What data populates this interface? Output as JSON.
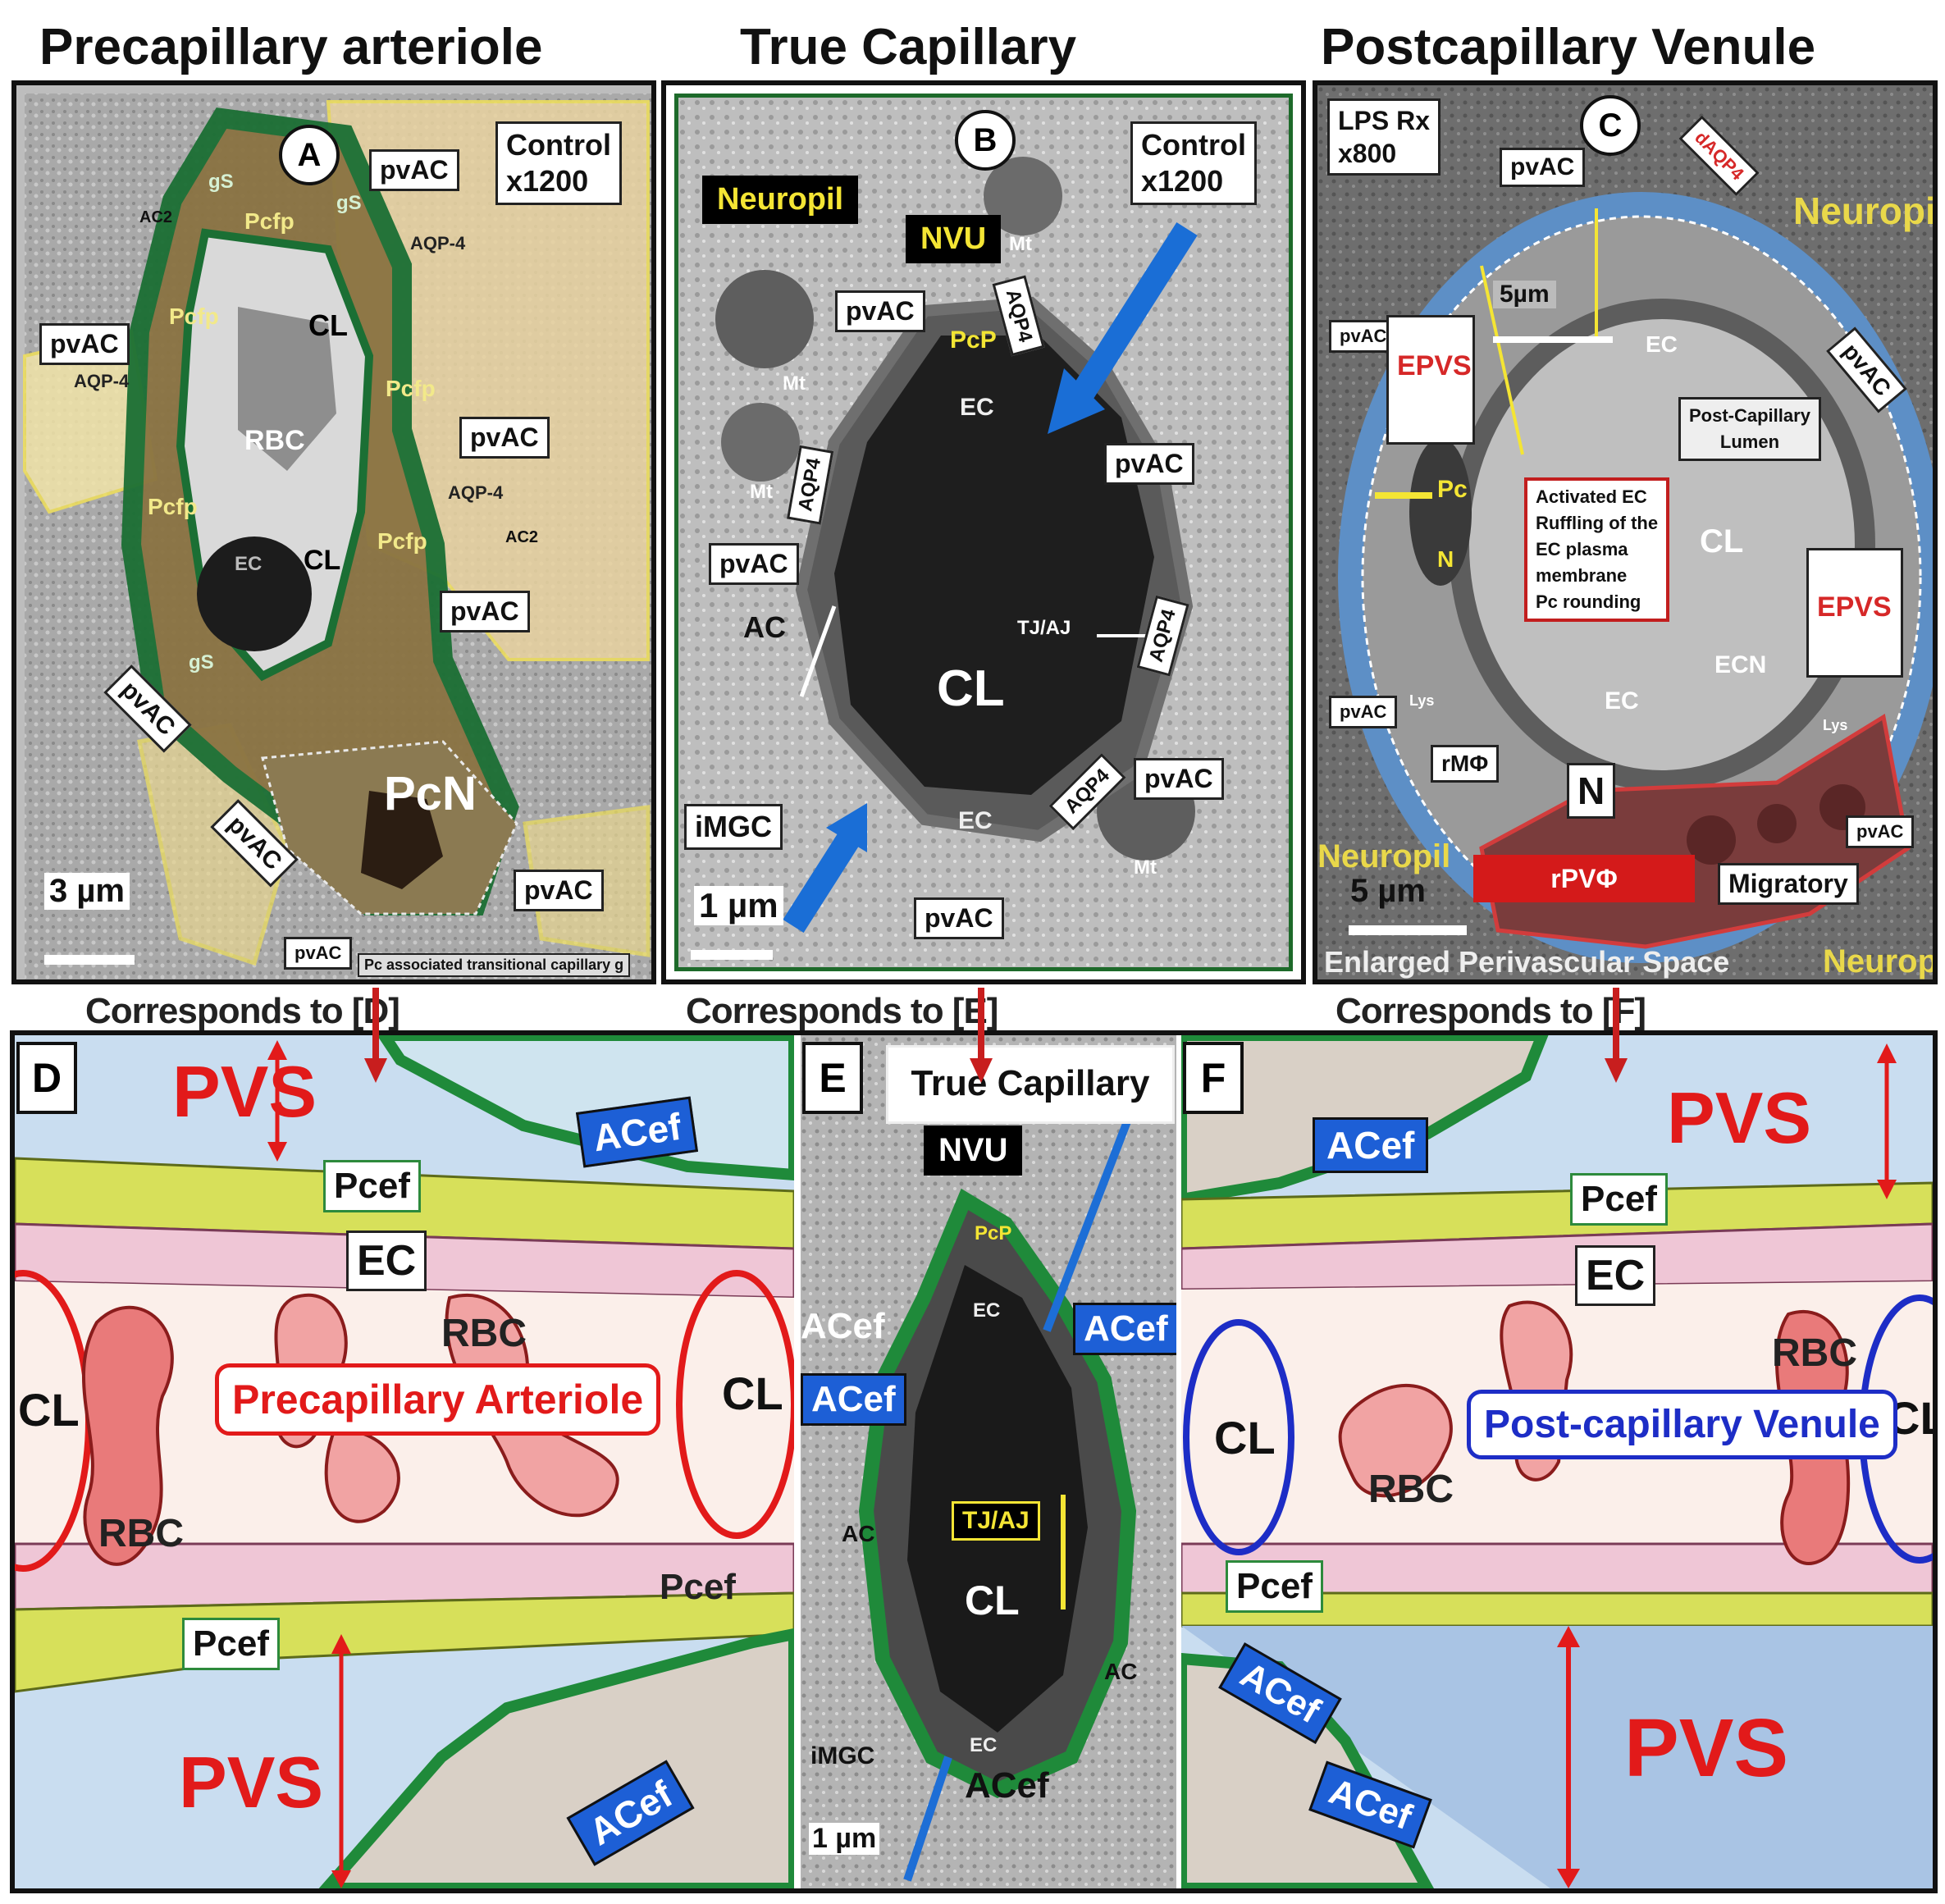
{
  "titles": {
    "a": "Precapillary arteriole",
    "b": "True Capillary",
    "c": "Postcapillary Venule"
  },
  "panel_a": {
    "letter": "A",
    "info_box": [
      "Control",
      "x1200"
    ],
    "labels": [
      "pvAC",
      "pvAC",
      "pvAC",
      "pvAC",
      "pvAC",
      "pvAC",
      "pvAC",
      "pvAC"
    ],
    "structures": [
      "CL",
      "RBC",
      "CL",
      "PcN",
      "Pcfp",
      "Pcfp",
      "Pcfp",
      "Pcfp",
      "Pcfp",
      "EC",
      "AQP-4",
      "AQP-4",
      "AQP-4",
      "gS",
      "gS",
      "gS",
      "AC2",
      "AC2"
    ],
    "scale": "3 µm",
    "footer": "Pc associated transitional capillary g"
  },
  "panel_b": {
    "letter": "B",
    "info_box": [
      "Control",
      "x1200"
    ],
    "neuropil": "Neuropil",
    "nvu": "NVU",
    "labels": [
      "pvAC",
      "pvAC",
      "pvAC",
      "pvAC",
      "pvAC"
    ],
    "aqp": [
      "AQP4",
      "AQP4",
      "AQP4",
      "AQP4"
    ],
    "structures": [
      "CL",
      "EC",
      "EC",
      "PcP",
      "Mt",
      "Mt",
      "Mt",
      "Mt",
      "AC",
      "TJ/AJ"
    ],
    "imgc": "iMGC",
    "scale": "1 µm"
  },
  "panel_c": {
    "letter": "C",
    "info_box": [
      "LPS Rx",
      "x800"
    ],
    "labels": [
      "pvAC",
      "pvAC",
      "pvAC",
      "pvAC",
      "pvAC"
    ],
    "daqp": "dAQP4",
    "epvs": [
      "EPVS",
      "EPVS"
    ],
    "neuropil": [
      "Neuropil",
      "Neuropil",
      "Neuropil"
    ],
    "scale_top": "5µm",
    "scale_bottom": "5 µm",
    "post_lumen": [
      "Post-Capillary",
      "Lumen"
    ],
    "activated": [
      "Activated EC",
      "Ruffling of the",
      "EC plasma",
      "membrane",
      "Pc rounding"
    ],
    "structures": [
      "CL",
      "EC",
      "EC",
      "ECN",
      "Pc",
      "N",
      "N",
      "rMΦ",
      "Lys",
      "Lys"
    ],
    "rpv": "rPVΦ",
    "migratory": "Migratory",
    "bottom_text": "Enlarged Perivascular Space"
  },
  "corresponds": [
    "Corresponds to [D]",
    "Corresponds to [E]",
    "Corresponds to [F]"
  ],
  "panel_d": {
    "letter": "D",
    "pvs": [
      "PVS",
      "PVS"
    ],
    "pcef": [
      "Pcef",
      "Pcef",
      "Pcef"
    ],
    "ec": "EC",
    "cl": [
      "CL",
      "CL"
    ],
    "rbc": [
      "RBC",
      "RBC"
    ],
    "title": "Precapillary Arteriole",
    "acef": [
      "ACef",
      "ACef"
    ]
  },
  "panel_e": {
    "letter": "E",
    "title": "True Capillary",
    "nvu": "NVU",
    "acef": [
      "ACef",
      "ACef",
      "ACef"
    ],
    "structures": [
      "CL",
      "EC",
      "EC",
      "PcP",
      "AC",
      "AC",
      "ACef",
      "iMGC"
    ],
    "tj": "TJ/AJ",
    "scale": "1 µm"
  },
  "panel_f": {
    "letter": "F",
    "pvs": [
      "PVS",
      "PVS"
    ],
    "pcef": [
      "Pcef",
      "Pcef"
    ],
    "ec": "EC",
    "cl": [
      "CL",
      "CL"
    ],
    "rbc": [
      "RBC",
      "RBC"
    ],
    "title": "Post-capillary Venule",
    "acef": [
      "ACef",
      "ACef",
      "ACef"
    ]
  },
  "colors": {
    "green": "#1f8a3a",
    "red": "#e21a1a",
    "blue": "#1d5fd6",
    "pvs_blue": "#c8dcf0",
    "yellow_green": "#d7e05a",
    "pink": "#efc6d6"
  }
}
